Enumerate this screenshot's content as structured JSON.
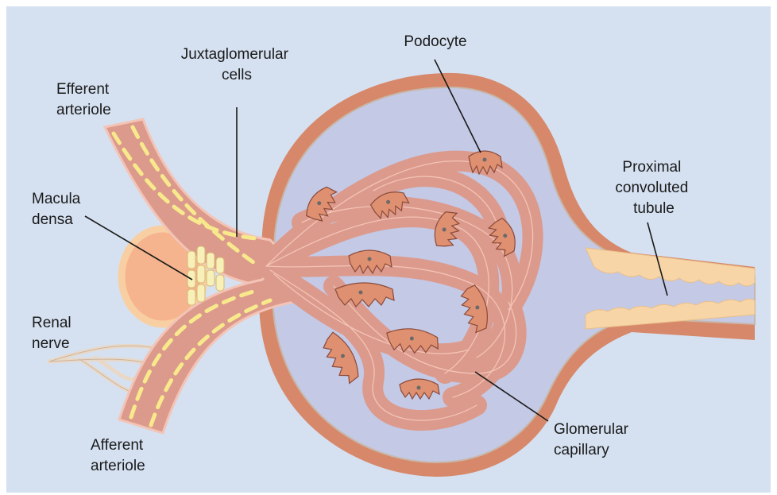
{
  "labels": {
    "efferent_arteriole": [
      "Efferent",
      "arteriole"
    ],
    "juxtaglomerular_cells": [
      "Juxtaglomerular",
      "cells"
    ],
    "podocyte": [
      "Podocyte"
    ],
    "macula_densa": [
      "Macula",
      "densa"
    ],
    "proximal_convoluted_tubule": [
      "Proximal",
      "convoluted",
      "tubule"
    ],
    "renal_nerve": [
      "Renal",
      "nerve"
    ],
    "afferent_arteriole": [
      "Afferent",
      "arteriole"
    ],
    "glomerular_capillary": [
      "Glomerular",
      "capillary"
    ]
  },
  "colors": {
    "background": "#d5e1f1",
    "capsule_wall": "#d8886a",
    "capsule_space": "#c4c9e6",
    "vessel": "#dc9a8c",
    "vessel_highlight": "#f3c4b6",
    "juxtaglomerular_marks": "#f7e98c",
    "macula_densa": "#f6b48e",
    "macula_densa_rim": "#f8cfa3",
    "podocyte": "#de9070",
    "tubule_lining": "#f7d5a6",
    "nerve": "#ead8c6",
    "leader_line": "#1a1a1a"
  }
}
